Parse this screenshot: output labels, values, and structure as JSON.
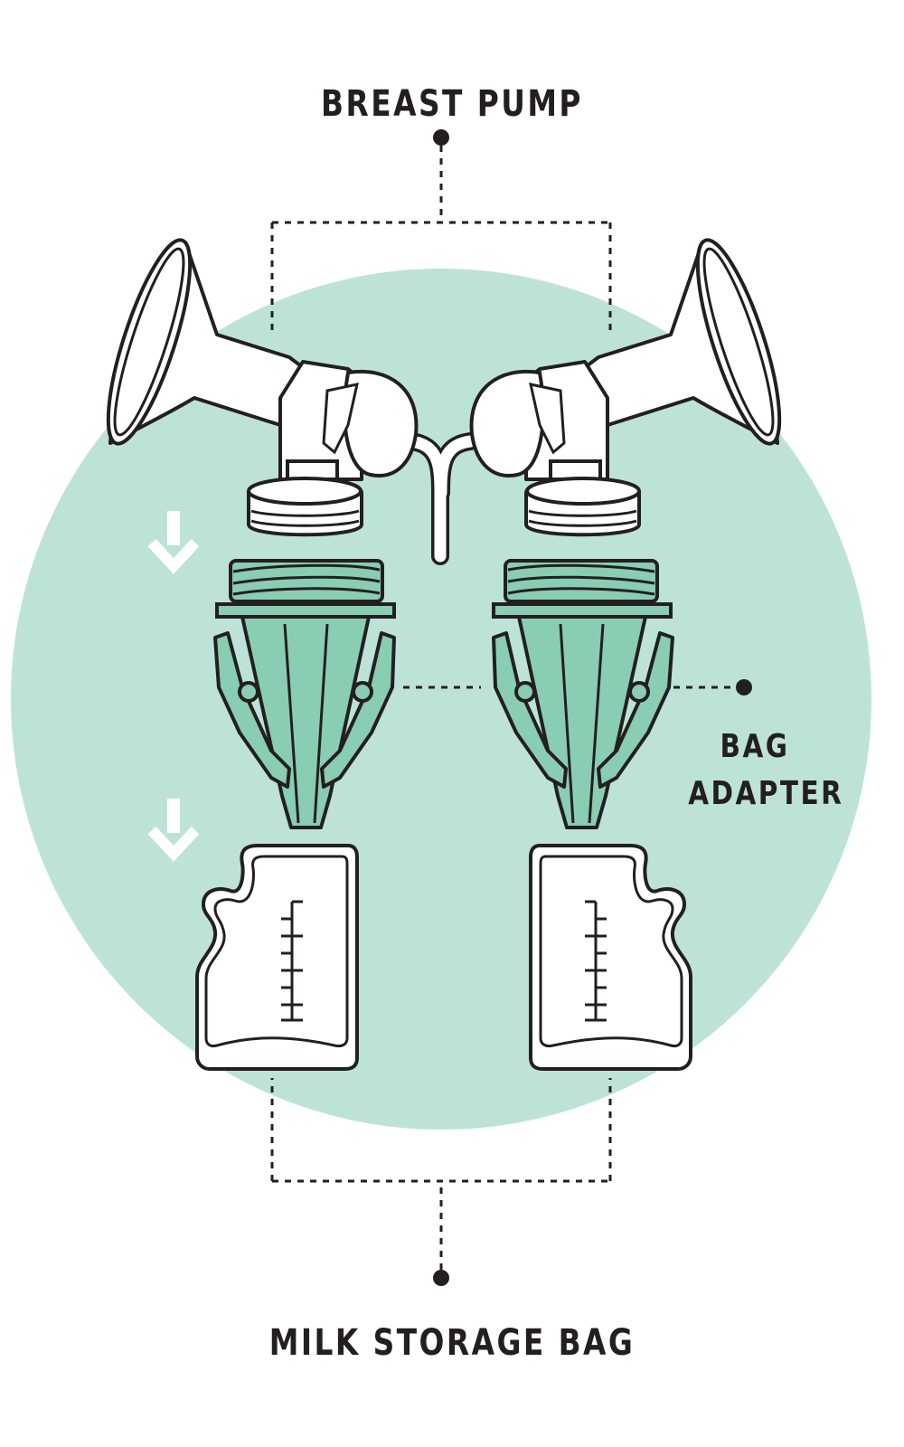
{
  "labels": {
    "breast_pump": "BREAST PUMP",
    "bag_adapter_line1": "BAG",
    "bag_adapter_line2": "ADAPTER",
    "milk_storage_bag": "MILK STORAGE BAG"
  },
  "colors": {
    "circle_fill": "#bde3d8",
    "adapter_fill": "#89cdb3",
    "stroke": "#231f20",
    "part_fill": "#ffffff"
  }
}
